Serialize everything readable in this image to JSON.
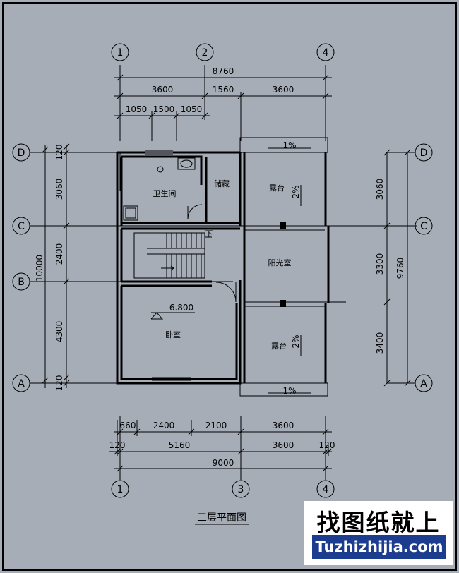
{
  "drawing": {
    "title": "三层平面图",
    "grid_top": [
      "1",
      "2",
      "4"
    ],
    "grid_bottom": [
      "1",
      "3",
      "4"
    ],
    "grid_rows": [
      "D",
      "C",
      "B",
      "A"
    ],
    "dims_top": {
      "overall": "8760",
      "row2": [
        "3600",
        "1560",
        "3600"
      ],
      "row3": [
        "1050",
        "1500",
        "1050"
      ]
    },
    "dims_bottom": {
      "row1": [
        "660",
        "2400",
        "2100",
        "3600"
      ],
      "row2": [
        "120",
        "5160",
        "3600",
        "120"
      ],
      "overall": "9000"
    },
    "dims_left": {
      "segments": [
        "120",
        "3060",
        "2400",
        "4300",
        "120"
      ],
      "overall": "10000"
    },
    "dims_right": {
      "segments": [
        "3060",
        "3300",
        "3400"
      ],
      "overall": "9760"
    },
    "rooms": {
      "bathroom": "卫生间",
      "storage": "储藏",
      "terrace_top": "露台",
      "sunroom": "阳光室",
      "bedroom": "卧室",
      "terrace_bottom": "露台",
      "slope_top_h": "1%",
      "slope_top_v": "2%",
      "slope_bottom_v": "2%",
      "slope_bottom_h": "1%",
      "elevation": "6.800",
      "stair_down": "下"
    }
  },
  "watermark": {
    "text_cn": "找图纸就上",
    "url": "Tuzhizhijia.com"
  }
}
